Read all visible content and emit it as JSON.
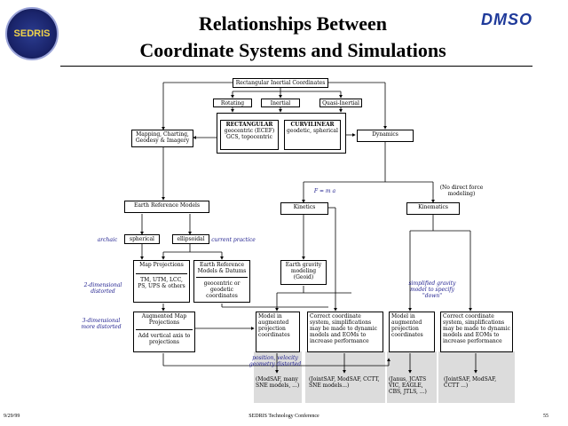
{
  "header": {
    "title_line1": "Relationships Between",
    "title_line2": "Coordinate Systems and Simulations",
    "logo_left_text": "SEDRIS",
    "logo_right_text": "DMSO"
  },
  "nodes": {
    "rect_inertial": "Rectangular Inertial Coordinates",
    "rotating": "Rotating",
    "inertial": "Inertial",
    "quasi_inertial": "Quasi-Inertial",
    "rectangular_title": "RECTANGULAR",
    "rectangular_body": "geocentric (ECEF) GCS, topocentric",
    "curvilinear_title": "CURVILINEAR",
    "curvilinear_body": "geodetic, spherical",
    "mapping": "Mapping, Charting, Geodesy & Imagery",
    "dynamics": "Dynamics",
    "f_ma": "F = m a",
    "no_direct_force": "(No direct force modeling)",
    "earth_ref_models": "Earth Reference Models",
    "kinetics": "Kinetics",
    "kinematics": "Kinematics",
    "archaic": "archaic",
    "spherical": "spherical",
    "ellipsoidal": "ellipsoidal",
    "current_practice": "current practice",
    "earth_gravity": "Earth gravity modeling (Geoid)",
    "two_dim": "2-dimensional distorted",
    "map_proj_title": "Map Projections",
    "map_proj_body": "TM, UTM, LCC, PS, UPS & others",
    "erm_datums_title": "Earth Reference Models & Datums",
    "erm_datums_body": "geocentric or geodetic coordinates",
    "simplified_gravity": "simplified gravity model to specify \"down\"",
    "three_dim": "3-dimensional more distorted",
    "aug_map_title": "Augmented Map Projections",
    "aug_map_body": "Add vertical axis to projections",
    "model_aug_1": "Model in augmented projection coordinates",
    "correct_1": "Correct coordinate system, simplifications may be made to dynamic models and EOMs to increase performance",
    "model_aug_2": "Model in augmented projection coordinates",
    "correct_2": "Correct coordinate system, simplifications may be made to dynamic models and EOMs to increase performance",
    "pos_vel_distorted": "position, velocity geometry distorted",
    "ex_1": "(ModSAF, many SNE models, ...)",
    "ex_2": "(JointSAF, ModSAF, CCTT, SNE models...)",
    "ex_3": "(Janus, JCATS VIC, EAGLE, CBS, JTLS, ...)",
    "ex_4": "(JointSAF, ModSAF, CCTT ...)"
  },
  "footer": {
    "date": "9/29/99",
    "conference": "SEDRIS Technology Conference",
    "page": "55"
  }
}
